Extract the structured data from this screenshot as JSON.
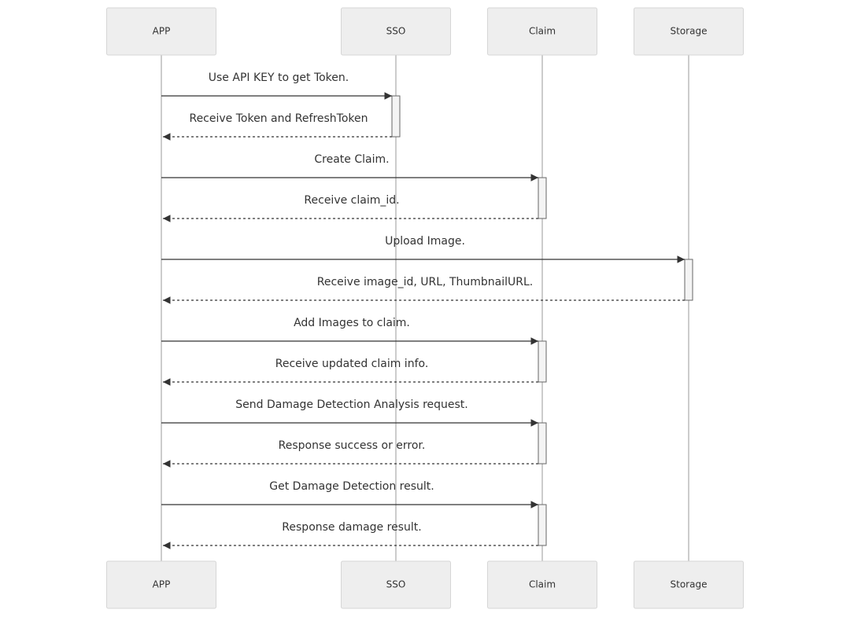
{
  "participants": [
    {
      "id": "app",
      "label": "APP"
    },
    {
      "id": "sso",
      "label": "SSO"
    },
    {
      "id": "claim",
      "label": "Claim"
    },
    {
      "id": "storage",
      "label": "Storage"
    }
  ],
  "messages": [
    {
      "from": "app",
      "to": "sso",
      "text": "Use API KEY to get Token.",
      "kind": "request"
    },
    {
      "from": "sso",
      "to": "app",
      "text": "Receive Token and RefreshToken",
      "kind": "reply"
    },
    {
      "from": "app",
      "to": "claim",
      "text": "Create Claim.",
      "kind": "request"
    },
    {
      "from": "claim",
      "to": "app",
      "text": "Receive claim_id.",
      "kind": "reply"
    },
    {
      "from": "app",
      "to": "storage",
      "text": "Upload Image.",
      "kind": "request"
    },
    {
      "from": "storage",
      "to": "app",
      "text": "Receive image_id, URL, ThumbnailURL.",
      "kind": "reply"
    },
    {
      "from": "app",
      "to": "claim",
      "text": "Add Images to claim.",
      "kind": "request"
    },
    {
      "from": "claim",
      "to": "app",
      "text": "Receive updated claim info.",
      "kind": "reply"
    },
    {
      "from": "app",
      "to": "claim",
      "text": "Send Damage Detection Analysis request.",
      "kind": "request"
    },
    {
      "from": "claim",
      "to": "app",
      "text": "Response success or error.",
      "kind": "reply"
    },
    {
      "from": "app",
      "to": "claim",
      "text": "Get Damage Detection result.",
      "kind": "request"
    },
    {
      "from": "claim",
      "to": "app",
      "text": "Response damage result.",
      "kind": "reply"
    }
  ],
  "colors": {
    "actor_fill": "#eeeeee",
    "actor_stroke": "#d6d6d6",
    "lifeline": "#cccccc",
    "activation_fill": "#f4f4f4",
    "line": "#333333"
  }
}
